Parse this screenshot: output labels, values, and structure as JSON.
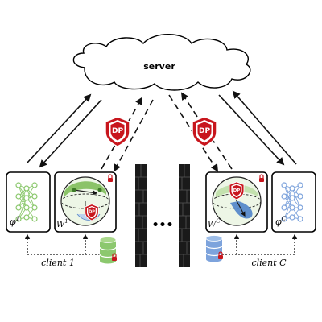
{
  "server": {
    "label": "server"
  },
  "clients": [
    {
      "label": "client 1",
      "model_label": "φ",
      "model_sup": "1",
      "weights_label": "W",
      "weights_sup": "1",
      "color": "#8cc86e"
    },
    {
      "label": "client C",
      "model_label": "φ",
      "model_sup": "C",
      "weights_label": "W",
      "weights_sup": "C",
      "color": "#7da3dc"
    }
  ],
  "dp_badge": {
    "label": "DP",
    "color": "#c8161d"
  },
  "separator": {
    "label": "•••"
  }
}
